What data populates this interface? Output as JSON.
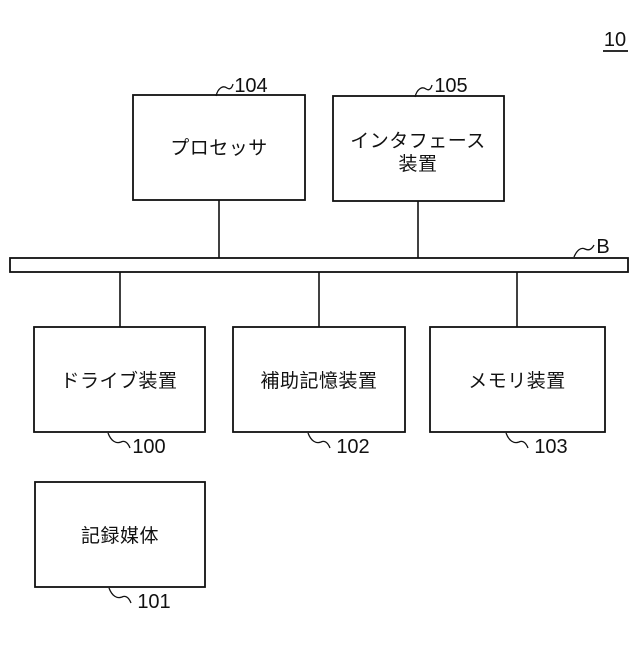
{
  "figure": {
    "number": "10",
    "bus": {
      "label": "B"
    }
  },
  "boxes": {
    "processor": {
      "label": "プロセッサ",
      "ref": "104"
    },
    "interface": {
      "line1": "インタフェース",
      "line2": "装置",
      "ref": "105"
    },
    "drive": {
      "label": "ドライブ装置",
      "ref": "100"
    },
    "aux_storage": {
      "label": "補助記憶装置",
      "ref": "102"
    },
    "memory": {
      "label": "メモリ装置",
      "ref": "103"
    },
    "recording_medium": {
      "label": "記録媒体",
      "ref": "101"
    }
  }
}
